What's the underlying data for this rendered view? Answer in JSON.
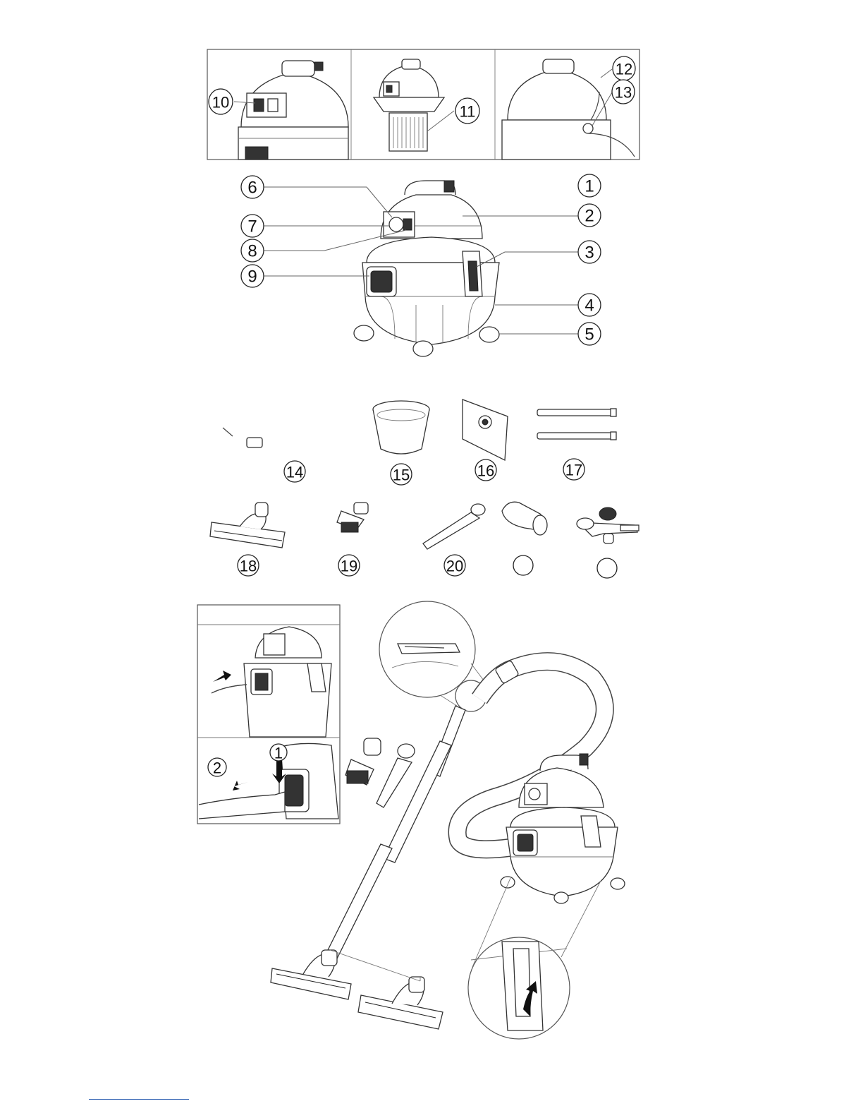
{
  "callouts": {
    "c1": "1",
    "c2": "2",
    "c3": "3",
    "c4": "4",
    "c5": "5",
    "c6": "6",
    "c7": "7",
    "c8": "8",
    "c9": "9",
    "c10": "10",
    "c11": "11",
    "c12": "12",
    "c13": "13",
    "c14": "14",
    "c15": "15",
    "c16": "16",
    "c17": "17",
    "c18": "18",
    "c19": "19",
    "c20": "20",
    "c21": "",
    "c22": ""
  },
  "steps": {
    "s1": "1",
    "s2": "2"
  },
  "colors": {
    "line": "#333333",
    "footer_rule": "#2a5db0"
  }
}
